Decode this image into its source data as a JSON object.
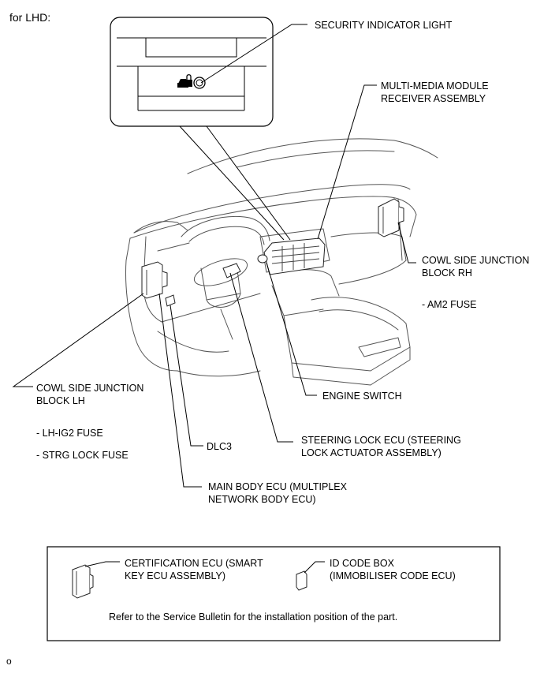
{
  "heading": "for LHD:",
  "labels": {
    "security_indicator_light": "SECURITY INDICATOR LIGHT",
    "multi_media_module": [
      "MULTI-MEDIA MODULE",
      "RECEIVER ASSEMBLY"
    ],
    "cowl_side_junction_block_rh": [
      "COWL SIDE JUNCTION",
      "BLOCK RH"
    ],
    "am2_fuse": "- AM2 FUSE",
    "cowl_side_junction_block_lh": [
      "COWL SIDE JUNCTION",
      "BLOCK LH"
    ],
    "lh_ig2_fuse": "- LH-IG2 FUSE",
    "strg_lock_fuse": "- STRG LOCK FUSE",
    "engine_switch": "ENGINE SWITCH",
    "dlc3": "DLC3",
    "steering_lock_ecu": [
      "STEERING LOCK ECU (STEERING",
      "LOCK ACTUATOR ASSEMBLY)"
    ],
    "main_body_ecu": [
      "MAIN BODY ECU (MULTIPLEX",
      "NETWORK BODY ECU)"
    ]
  },
  "legend_box": {
    "certification_ecu": [
      "CERTIFICATION ECU (SMART",
      "KEY ECU ASSEMBLY)"
    ],
    "id_code_box": [
      "ID CODE BOX",
      "(IMMOBILISER CODE ECU)"
    ],
    "note": "Refer to the Service Bulletin for the installation position of the part."
  },
  "figure_id": "o",
  "icons": {
    "security_indicator": "padlock-car-icon",
    "indicator_lamp": "ring-lamp-icon"
  },
  "colors": {
    "line": "#000000",
    "background": "#ffffff",
    "drawing_stroke": "#555555"
  }
}
